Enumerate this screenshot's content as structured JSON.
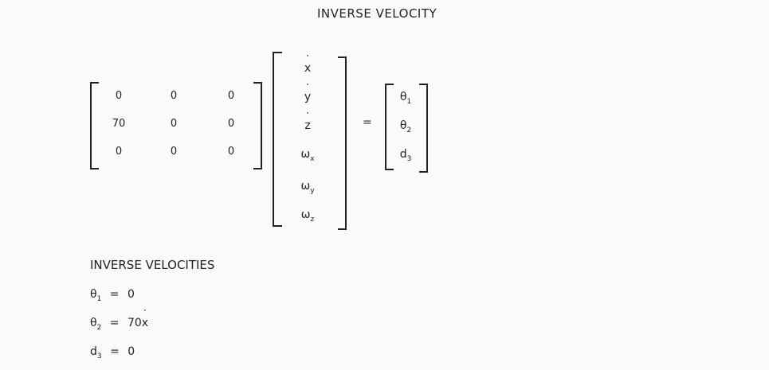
{
  "title": "INVERSE VELOCITY",
  "matrix": {
    "rows": [
      [
        "0",
        "0",
        "0"
      ],
      [
        "70",
        "0",
        "0"
      ],
      [
        "0",
        "0",
        "0"
      ]
    ]
  },
  "vector": [
    {
      "base": "x",
      "sub": "",
      "dot": true
    },
    {
      "base": "y",
      "sub": "",
      "dot": true
    },
    {
      "base": "z",
      "sub": "",
      "dot": true
    },
    {
      "base": "ω",
      "sub": "x",
      "dot": false
    },
    {
      "base": "ω",
      "sub": "y",
      "dot": false
    },
    {
      "base": "ω",
      "sub": "z",
      "dot": false
    }
  ],
  "equals": "=",
  "result_vector": [
    {
      "base": "θ",
      "sub": "1"
    },
    {
      "base": "θ",
      "sub": "2"
    },
    {
      "base": "d",
      "sub": "3"
    }
  ],
  "inverse_heading": "INVERSE VELOCITIES",
  "inverse_results": [
    {
      "base": "θ",
      "sub": "1",
      "eq": "=",
      "value": "0",
      "dot_x": false
    },
    {
      "base": "θ",
      "sub": "2",
      "eq": "=",
      "value": "70",
      "dot_x": true
    },
    {
      "base": "d",
      "sub": "3",
      "eq": "=",
      "value": "0",
      "dot_x": false
    }
  ]
}
